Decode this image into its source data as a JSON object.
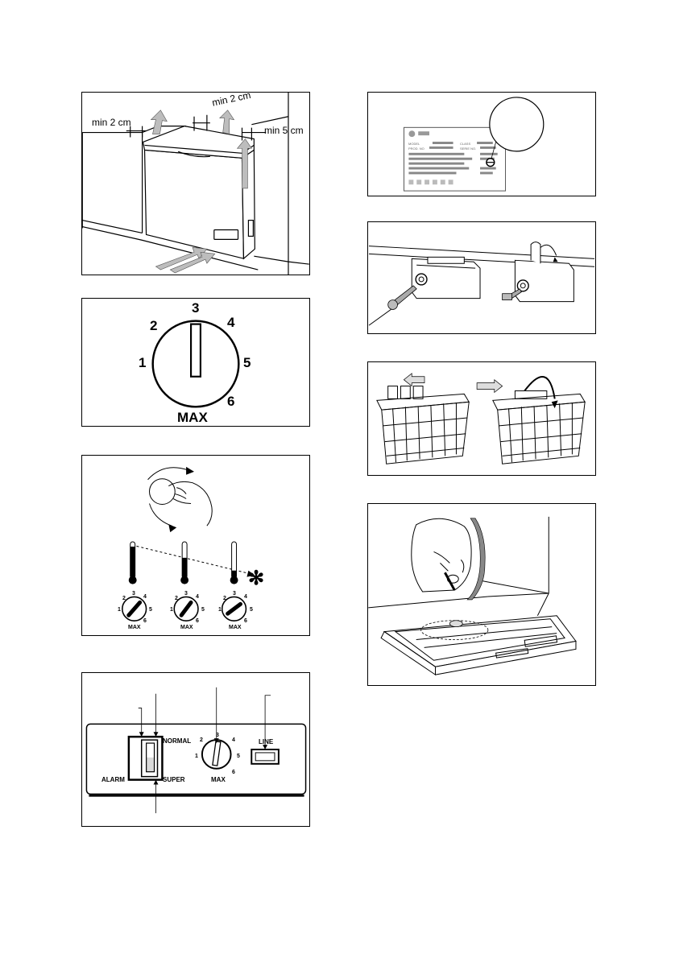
{
  "install": {
    "left_clearance": "min 2 cm",
    "top_clearance": "min 2 cm",
    "right_clearance": "min 5 cm"
  },
  "dial": {
    "settings": [
      "1",
      "2",
      "3",
      "4",
      "5",
      "6"
    ],
    "max_label": "MAX"
  },
  "thermo": {
    "dial_settings": [
      "1",
      "2",
      "3",
      "4",
      "5",
      "6"
    ],
    "max_label": "MAX",
    "snowflake": "✻"
  },
  "control_panel": {
    "normal_label": "NORMAL",
    "alarm_label": "ALARM",
    "super_label": "SUPER",
    "line_label": "LINE",
    "dial_settings": [
      "1",
      "2",
      "3",
      "4",
      "5",
      "6"
    ],
    "max_label": "MAX"
  },
  "rating_plate": {
    "model_label": "MODEL",
    "prod_no_label": "PROD. NO",
    "class_label": "CLASS",
    "serie_label": "SERIE NO."
  }
}
